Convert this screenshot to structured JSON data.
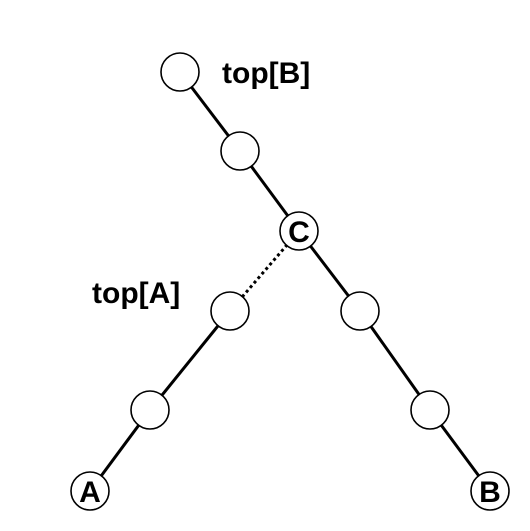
{
  "diagram": {
    "labels": {
      "top_b": "top[B]",
      "top_a": "top[A]"
    },
    "nodes": {
      "c": "C",
      "a": "A",
      "b": "B"
    },
    "colors": {
      "stroke": "#000000",
      "fill": "#ffffff"
    }
  }
}
